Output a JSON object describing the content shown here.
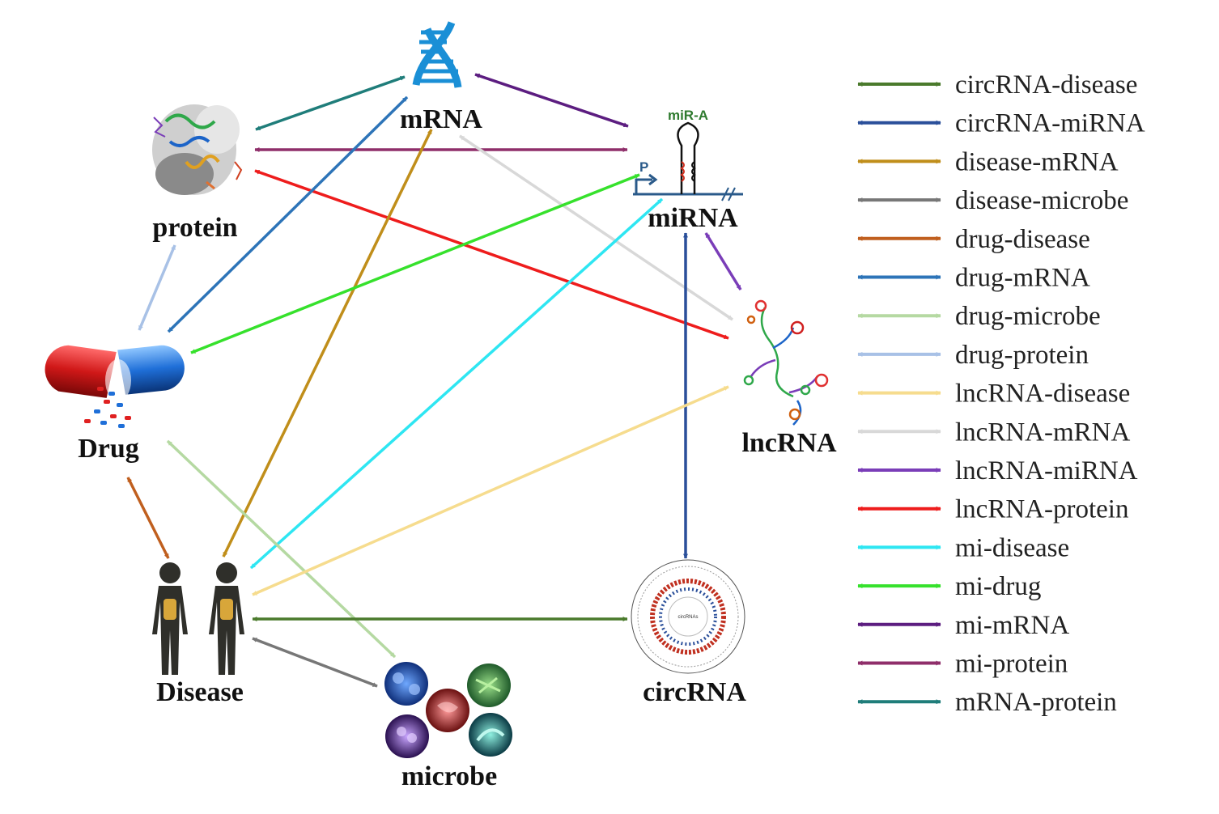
{
  "nodes": {
    "mrna": "mRNA",
    "mirna": "miRNA",
    "mir_a": "miR-A",
    "mirna_p": "P",
    "protein": "protein",
    "drug": "Drug",
    "lncrna": "lncRNA",
    "disease": "Disease",
    "circrna": "circRNA",
    "circ_inner": "circRNAs",
    "microbe": "microbe"
  },
  "legend": [
    {
      "label": "circRNA-disease",
      "color": "#4a7a2c"
    },
    {
      "label": "circRNA-miRNA",
      "color": "#2a4f9a"
    },
    {
      "label": "disease-mRNA",
      "color": "#c08e1a"
    },
    {
      "label": "disease-microbe",
      "color": "#777777"
    },
    {
      "label": "drug-disease",
      "color": "#c05f1e"
    },
    {
      "label": "drug-mRNA",
      "color": "#2d74b8"
    },
    {
      "label": "drug-microbe",
      "color": "#b5d9a2"
    },
    {
      "label": "drug-protein",
      "color": "#a8c1e6"
    },
    {
      "label": "lncRNA-disease",
      "color": "#f6dc8e"
    },
    {
      "label": "lncRNA-mRNA",
      "color": "#d8d8d8"
    },
    {
      "label": "lncRNA-miRNA",
      "color": "#7a3db8"
    },
    {
      "label": "lncRNA-protein",
      "color": "#ee1c1c"
    },
    {
      "label": "mi-disease",
      "color": "#2ee6f2"
    },
    {
      "label": "mi-drug",
      "color": "#36e12c"
    },
    {
      "label": "mi-mRNA",
      "color": "#5c1d80"
    },
    {
      "label": "mi-protein",
      "color": "#8f2e6a"
    },
    {
      "label": "mRNA-protein",
      "color": "#1f7d7a"
    }
  ],
  "edges": [
    {
      "type": "mRNA-protein",
      "color": "#1f7d7a"
    },
    {
      "type": "mi-mRNA",
      "color": "#5c1d80"
    },
    {
      "type": "mi-protein",
      "color": "#8f2e6a"
    },
    {
      "type": "lncRNA-protein",
      "color": "#ee1c1c"
    },
    {
      "type": "lncRNA-mRNA",
      "color": "#d8d8d8"
    },
    {
      "type": "drug-mRNA",
      "color": "#2d74b8"
    },
    {
      "type": "disease-mRNA",
      "color": "#c08e1a"
    },
    {
      "type": "mi-drug",
      "color": "#36e12c"
    },
    {
      "type": "mi-disease",
      "color": "#2ee6f2"
    },
    {
      "type": "lncRNA-miRNA",
      "color": "#7a3db8"
    },
    {
      "type": "circRNA-miRNA",
      "color": "#2a4f9a"
    },
    {
      "type": "drug-protein",
      "color": "#a8c1e6"
    },
    {
      "type": "drug-disease",
      "color": "#c05f1e"
    },
    {
      "type": "drug-microbe",
      "color": "#b5d9a2"
    },
    {
      "type": "lncRNA-disease",
      "color": "#f6dc8e"
    },
    {
      "type": "circRNA-disease",
      "color": "#4a7a2c"
    },
    {
      "type": "disease-microbe",
      "color": "#777777"
    }
  ]
}
